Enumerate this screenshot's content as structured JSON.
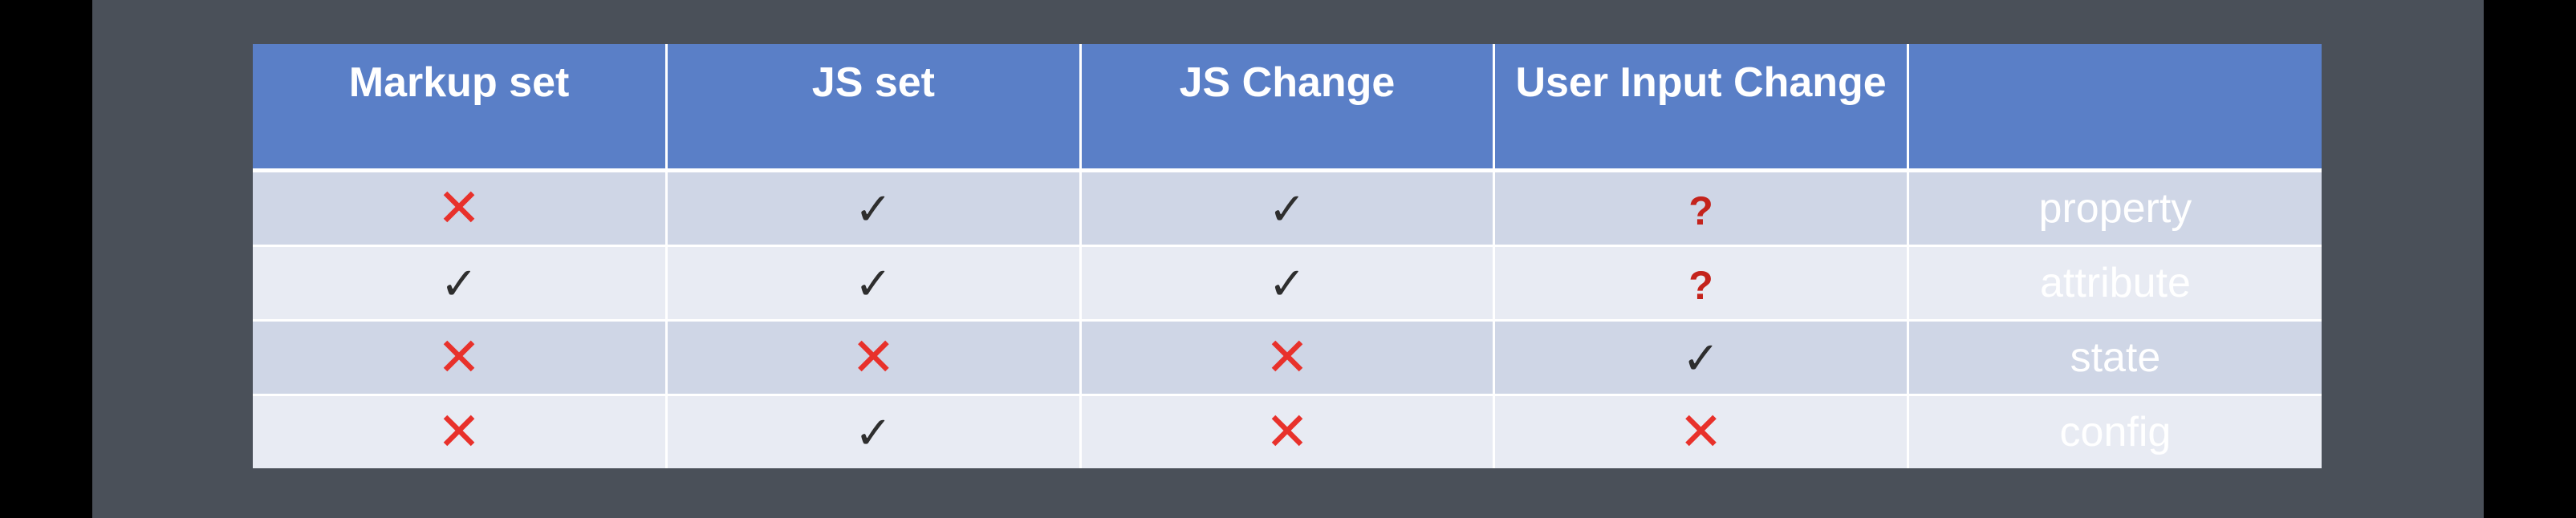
{
  "table": {
    "headers": [
      "Markup set",
      "JS set",
      "JS Change",
      "User Input Change",
      ""
    ],
    "rows": [
      {
        "cells": [
          "✕",
          "✓",
          "✓",
          "?"
        ],
        "kinds": [
          "cross",
          "check",
          "check",
          "q"
        ],
        "label": "property"
      },
      {
        "cells": [
          "✓",
          "✓",
          "✓",
          "?"
        ],
        "kinds": [
          "check",
          "check",
          "check",
          "q"
        ],
        "label": "attribute"
      },
      {
        "cells": [
          "✕",
          "✕",
          "✕",
          "✓"
        ],
        "kinds": [
          "cross",
          "cross",
          "cross",
          "check"
        ],
        "label": "state"
      },
      {
        "cells": [
          "✕",
          "✓",
          "✕",
          "✕"
        ],
        "kinds": [
          "cross",
          "check",
          "cross",
          "cross"
        ],
        "label": "config"
      }
    ]
  },
  "colors": {
    "header_bg": "#5a7fc7",
    "row_odd": "#cfd6e6",
    "row_even": "#e8ebf3",
    "cross": "#e8312b",
    "check": "#2e2e2e",
    "question": "#c4231c",
    "slide_bg": "#4a5059"
  }
}
